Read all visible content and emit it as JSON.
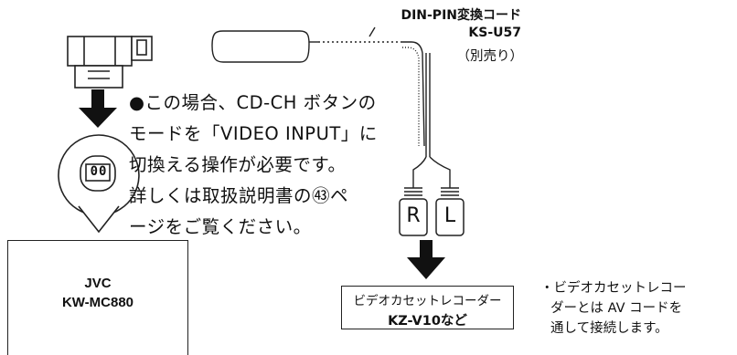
{
  "cable": {
    "name": "DIN-PIN変換コード",
    "model": "KS-U57",
    "sold_separately": "（別売り）"
  },
  "note_lines": [
    "●この場合、CD-CH ボタンの",
    "モードを「VIDEO INPUT」に",
    "切換える操作が必要です。",
    "詳しくは取扱説明書の㊸ペ",
    "ージをご覧ください。"
  ],
  "dial_label": "00",
  "plugs": {
    "right": "R",
    "left": "L"
  },
  "head_unit": {
    "brand": "JVC",
    "model": "KW-MC880"
  },
  "vcr": {
    "label": "ビデオカセットレコーダー",
    "model": "KZ-V10など"
  },
  "side_note": [
    "・ビデオカセットレコー",
    "ダーとは AV コードを",
    "通して接続します。"
  ]
}
